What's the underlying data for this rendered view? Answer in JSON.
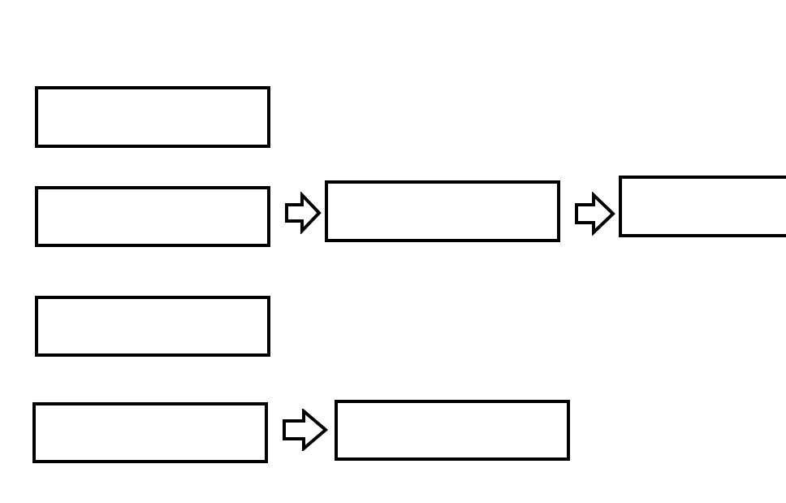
{
  "diagram": {
    "boxes": [
      {
        "id": "row1-box1",
        "label": ""
      },
      {
        "id": "row2-box1",
        "label": ""
      },
      {
        "id": "row2-box2",
        "label": ""
      },
      {
        "id": "row2-box3",
        "label": ""
      },
      {
        "id": "row3-box1",
        "label": ""
      },
      {
        "id": "row4-box1",
        "label": ""
      },
      {
        "id": "row4-box2",
        "label": ""
      }
    ],
    "arrows": [
      {
        "from": "row2-box1",
        "to": "row2-box2",
        "icon": "right-arrow-icon"
      },
      {
        "from": "row2-box2",
        "to": "row2-box3",
        "icon": "right-arrow-icon"
      },
      {
        "from": "row4-box1",
        "to": "row4-box2",
        "icon": "right-arrow-icon"
      }
    ],
    "colors": {
      "stroke": "#000000",
      "fill": "#ffffff",
      "background": "#ffffff"
    }
  }
}
